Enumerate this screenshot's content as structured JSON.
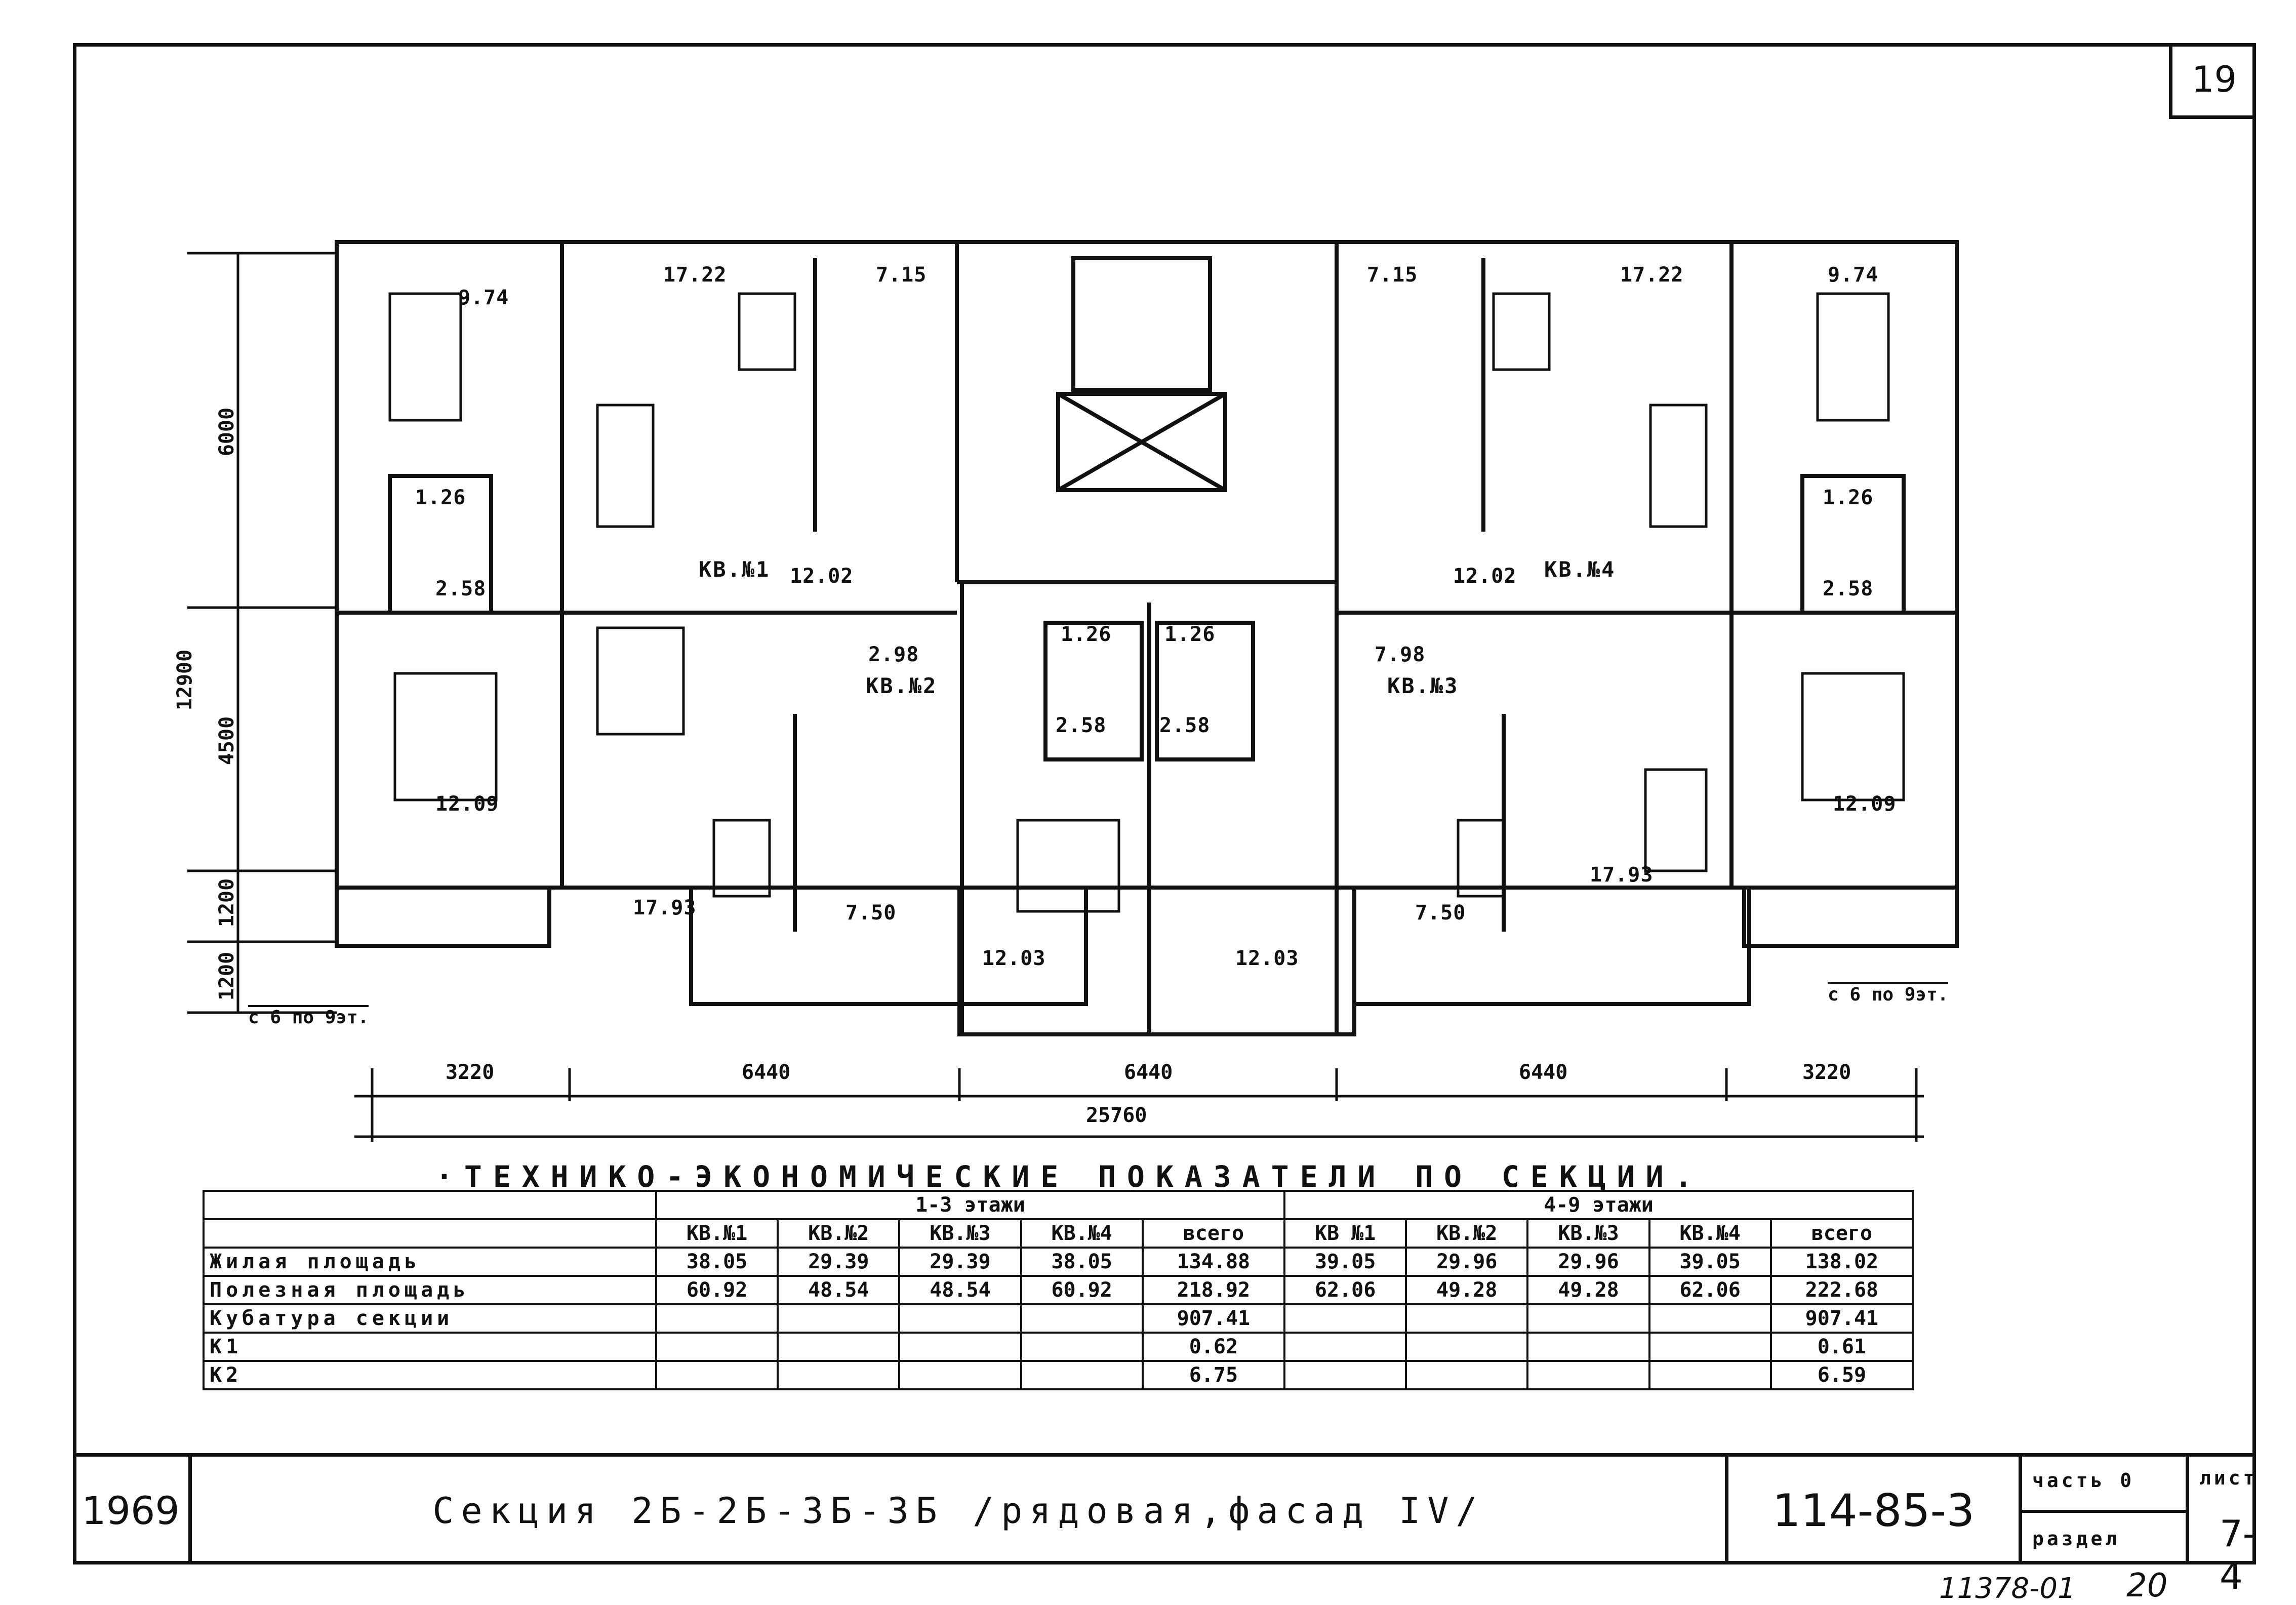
{
  "sheet": {
    "number": "19"
  },
  "plan": {
    "rooms": [
      "9.74",
      "17.22",
      "7.15",
      "7.15",
      "17.22",
      "9.74",
      "1.26",
      "2.58",
      "12.02",
      "2.98",
      "1.26",
      "1.26",
      "2.58",
      "2.58",
      "12.02",
      "7.98",
      "1.26",
      "2.58",
      "12.09",
      "17.93",
      "7.50",
      "12.03",
      "12.03",
      "7.50",
      "17.93",
      "12.09"
    ],
    "apartments": [
      "КВ.№1",
      "КВ.№2",
      "КВ.№3",
      "КВ.№4"
    ],
    "dimensions": {
      "vertical": [
        "6000",
        "4500",
        "1200",
        "1200",
        "12900"
      ],
      "horizontal": [
        "3220",
        "6440",
        "6440",
        "6440",
        "3220"
      ],
      "total": "25760"
    },
    "floors_note_left": "с 6 по 9эт.",
    "floors_note_right": "с 6 по 9эт."
  },
  "table": {
    "title": "·ТЕХНИКО-ЭКОНОМИЧЕСКИЕ ПОКАЗАТЕЛИ ПО СЕКЦИИ.",
    "group1": "1-3 этажи",
    "group2": "4-9 этажи",
    "cols1": [
      "КВ.№1",
      "КВ.№2",
      "КВ.№3",
      "КВ.№4",
      "всего"
    ],
    "cols2": [
      "КВ №1",
      "КВ.№2",
      "КВ.№3",
      "КВ.№4",
      "всего"
    ],
    "rows": [
      {
        "label": "Жилая площадь",
        "v": [
          "38.05",
          "29.39",
          "29.39",
          "38.05",
          "134.88",
          "39.05",
          "29.96",
          "29.96",
          "39.05",
          "138.02"
        ]
      },
      {
        "label": "Полезная площадь",
        "v": [
          "60.92",
          "48.54",
          "48.54",
          "60.92",
          "218.92",
          "62.06",
          "49.28",
          "49.28",
          "62.06",
          "222.68"
        ]
      },
      {
        "label": "Кубатура секции",
        "v": [
          "",
          "",
          "",
          "",
          "907.41",
          "",
          "",
          "",
          "",
          "907.41"
        ]
      },
      {
        "label": "K1",
        "v": [
          "",
          "",
          "",
          "",
          "0.62",
          "",
          "",
          "",
          "",
          "0.61"
        ]
      },
      {
        "label": "K2",
        "v": [
          "",
          "",
          "",
          "",
          "6.75",
          "",
          "",
          "",
          "",
          "6.59"
        ]
      }
    ]
  },
  "title_block": {
    "year": "1969",
    "title": "Секция 2Б-2Б-3Б-3Б /рядовая,фасад IV/",
    "code": "114-85-3",
    "part_label": "часть 0",
    "sheet_label": "лист",
    "section_label": "раздел",
    "sheet_value": "7-4"
  },
  "archive": {
    "number": "11378-01",
    "page": "20"
  }
}
